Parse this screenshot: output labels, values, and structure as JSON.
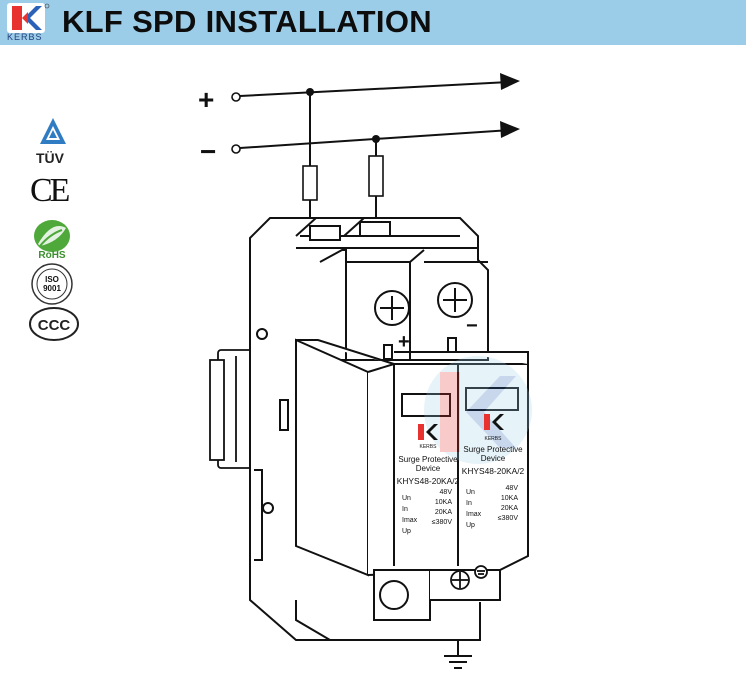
{
  "header": {
    "title": "KLF SPD INSTALLATION",
    "brand": "KERBS",
    "background": "#9ccde8"
  },
  "certifications": {
    "tuv": "TÜV",
    "ce": "CE",
    "rohs": "RoHS",
    "iso": "ISO 9001",
    "ccc": "CCC"
  },
  "wiring": {
    "plus_label": "+",
    "minus_label": "−",
    "ground_icon": "ground-symbol"
  },
  "terminal_labels": {
    "plus": "+",
    "minus": "−"
  },
  "device": {
    "brand": "KERBS",
    "product_line1": "Surge Protective",
    "product_line2": "Device",
    "model": "KHYS48-20KA/2",
    "specs_left": [
      {
        "name": "Un",
        "value": "48V"
      },
      {
        "name": "In",
        "value": "10KA"
      },
      {
        "name": "Imax",
        "value": "20KA"
      },
      {
        "name": "Up",
        "value": "≤380V"
      }
    ],
    "specs_right": [
      {
        "name": "Un",
        "value": "48V"
      },
      {
        "name": "In",
        "value": "10KA"
      },
      {
        "name": "Imax",
        "value": "20KA"
      },
      {
        "name": "Up",
        "value": "≤380V"
      }
    ]
  }
}
